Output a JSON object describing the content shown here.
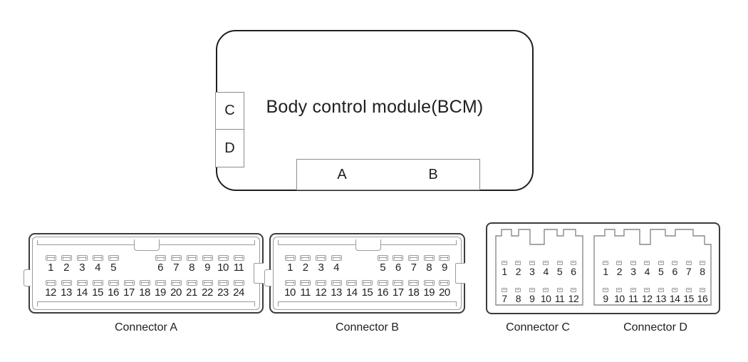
{
  "module": {
    "title": "Body control module(BCM)",
    "side_taps": {
      "c": "C",
      "d": "D"
    },
    "bottom_taps": {
      "a": "A",
      "b": "B"
    }
  },
  "connectors": {
    "a": {
      "label": "Connector A",
      "top_pins": [
        1,
        2,
        3,
        4,
        5,
        "",
        "",
        6,
        7,
        8,
        9,
        10,
        11
      ],
      "bottom_pins": [
        12,
        13,
        14,
        15,
        16,
        17,
        18,
        19,
        20,
        21,
        22,
        23,
        24
      ]
    },
    "b": {
      "label": "Connector B",
      "top_pins": [
        1,
        2,
        3,
        4,
        "",
        "",
        5,
        6,
        7,
        8,
        9
      ],
      "bottom_pins": [
        10,
        11,
        12,
        13,
        14,
        15,
        16,
        17,
        18,
        19,
        20
      ]
    },
    "c": {
      "label": "Connector C",
      "top_pins": [
        1,
        2,
        3,
        4,
        5,
        6
      ],
      "bottom_pins": [
        7,
        8,
        9,
        10,
        11,
        12
      ]
    },
    "d": {
      "label": "Connector D",
      "top_pins": [
        1,
        2,
        3,
        4,
        5,
        6,
        7,
        8
      ],
      "bottom_pins": [
        9,
        10,
        11,
        12,
        13,
        14,
        15,
        16
      ]
    }
  },
  "colors": {
    "module_outline": "#1f1f1f",
    "connector_outline": "#3c3c3c",
    "inner_line": "#9a9a9a",
    "pin_icon": "#9a9a9a",
    "text": "#1f1f1f",
    "background": "#ffffff"
  }
}
